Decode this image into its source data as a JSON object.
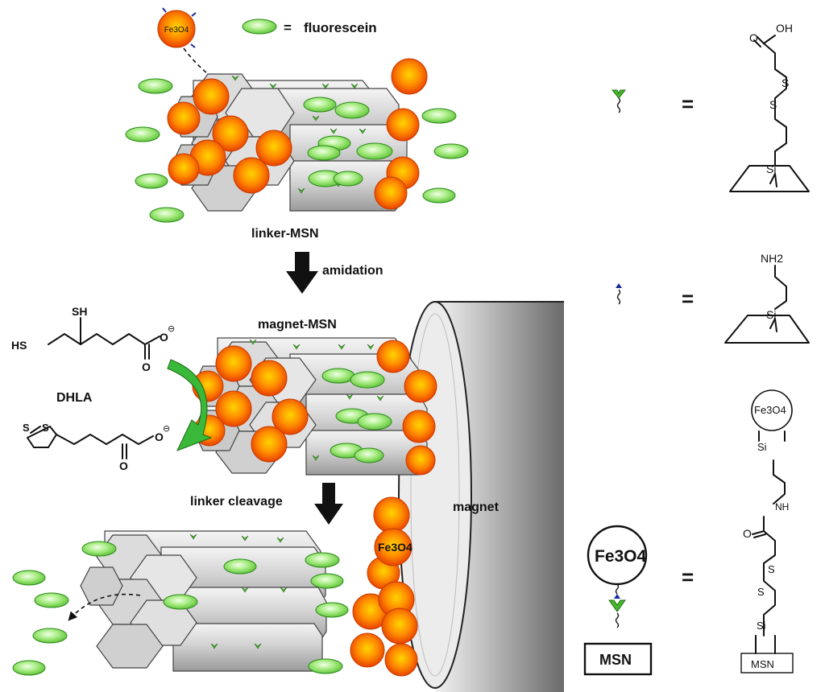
{
  "legend": {
    "eq": "=",
    "fluorescein": "fluorescein",
    "fe3o4_small": "Fe3O4"
  },
  "steps": {
    "linker_msn": "linker-MSN",
    "amidation": "amidation",
    "magnet_msn": "magnet-MSN",
    "dhla": "DHLA",
    "linker_cleavage": "linker cleavage",
    "magnet": "magnet"
  },
  "chem": {
    "sh": "SH",
    "hs": "HS",
    "o": "O",
    "oh": "OH",
    "s": "S",
    "si": "Si",
    "nh2": "NH2",
    "nh": "NH",
    "minus": "⊖"
  },
  "key": {
    "fe3o4_big": "Fe3O4",
    "msn": "MSN"
  },
  "colors": {
    "nano_core": "#ff8a00",
    "nano_edge": "#e04000",
    "fluorescein": "#8fe06a",
    "fluorescein_edge": "#2a8a1a",
    "linker_green": "#46b82c",
    "amine_blue": "#1a2a9a",
    "arrow_green": "#3ab83a"
  }
}
